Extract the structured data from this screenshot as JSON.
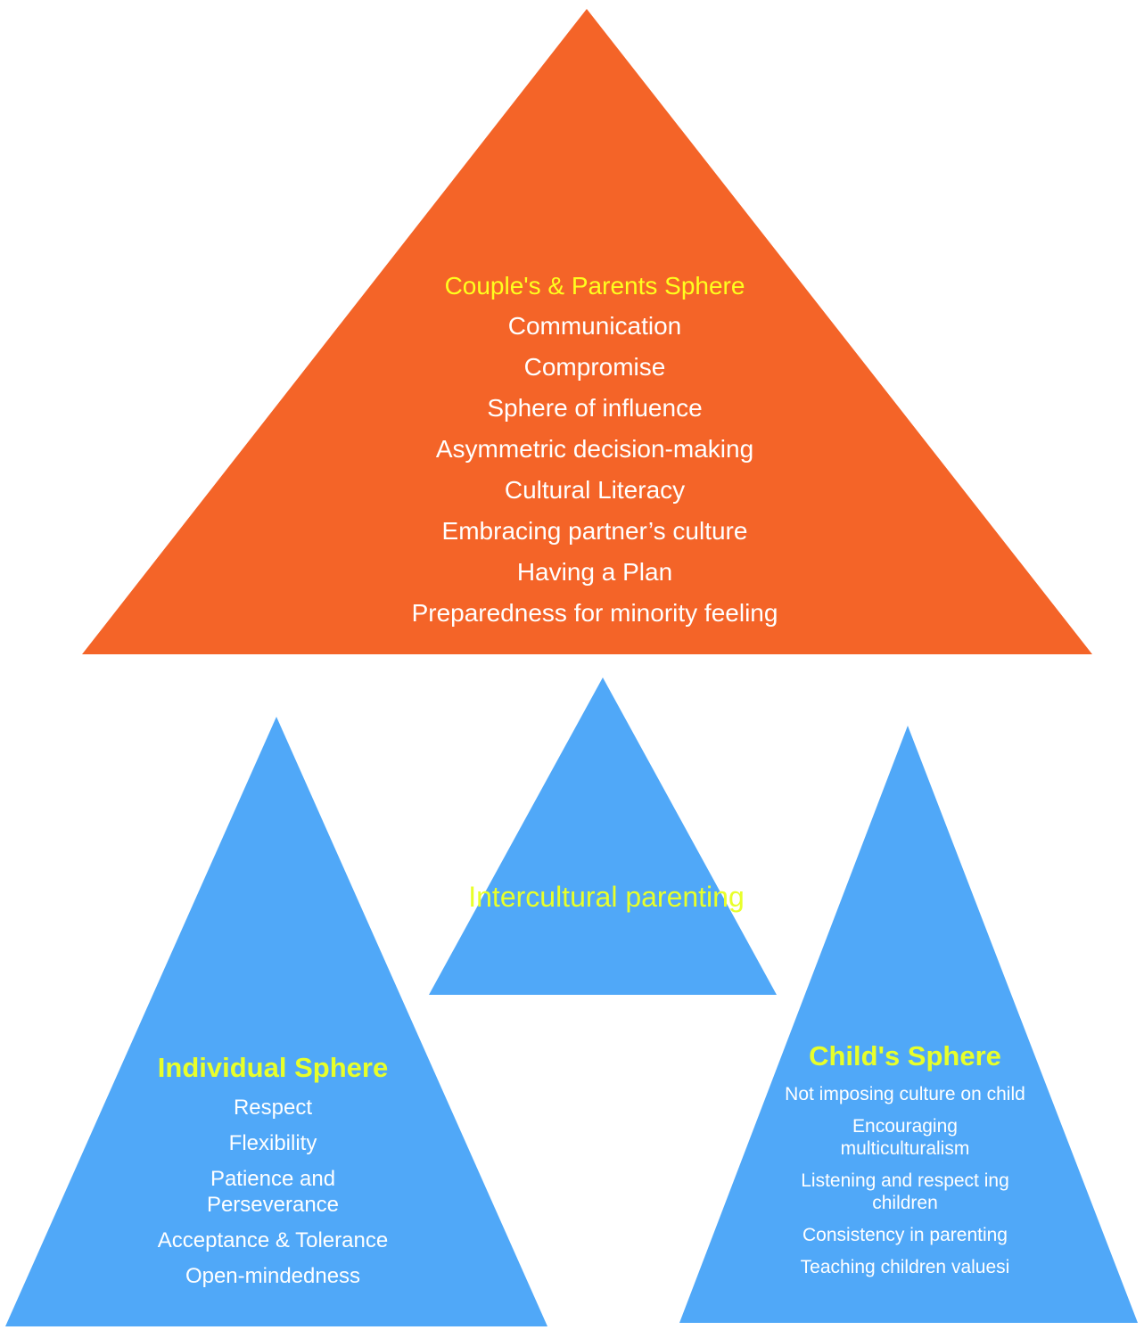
{
  "colors": {
    "top_triangle": "#f46428",
    "blue_triangles": "#50a8f8",
    "title_yellow": "#ffff1e",
    "title_lime": "#e8ff2a",
    "text_white": "#ffffff"
  },
  "couples_sphere": {
    "title": "Couple's & Parents Sphere",
    "items": [
      "Communication",
      "Compromise",
      "Sphere of influence",
      "Asymmetric decision-making",
      "Cultural Literacy",
      "Embracing partner’s culture",
      "Having a Plan",
      "Preparedness for minority feeling"
    ]
  },
  "center": {
    "title": "Intercultural parenting"
  },
  "individual_sphere": {
    "title": "Individual Sphere",
    "items": [
      "Respect",
      "Flexibility",
      "Patience and Perseverance",
      "Acceptance & Tolerance",
      "Open-mindedness"
    ]
  },
  "child_sphere": {
    "title": "Child's Sphere",
    "items": [
      "Not imposing culture on child",
      "Encouraging multiculturalism",
      "Listening and respect ing children",
      "Consistency in parenting",
      "Teaching children valuesi"
    ]
  }
}
